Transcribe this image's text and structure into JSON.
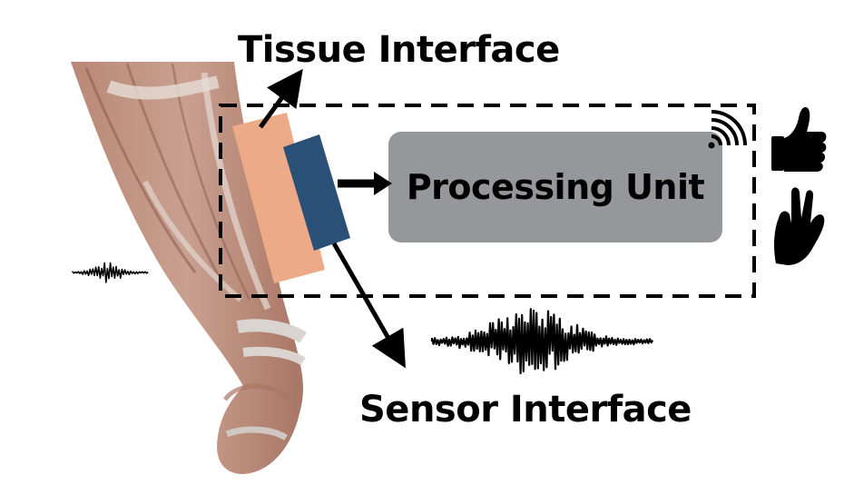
{
  "labels": {
    "tissue_interface": "Tissue Interface",
    "processing_unit": "Processing Unit",
    "sensor_interface": "Sensor Interface"
  },
  "icons": {
    "arm": "muscular-forearm-illustration",
    "signal_small": "emg-signal-icon",
    "signal_large": "emg-signal-icon",
    "wireless": "wireless-signal-icon",
    "gesture_top": "thumbs-up-icon",
    "gesture_bottom": "three-finger-hand-icon"
  },
  "colors": {
    "tissue_interface": "#EDAA86",
    "sensor_interface": "#2A5078",
    "processing_unit": "#96979B",
    "skin": "#C9A08C",
    "muscle": "#B47C6A",
    "tendon": "#D9D4D0",
    "arrow": "#000000"
  }
}
